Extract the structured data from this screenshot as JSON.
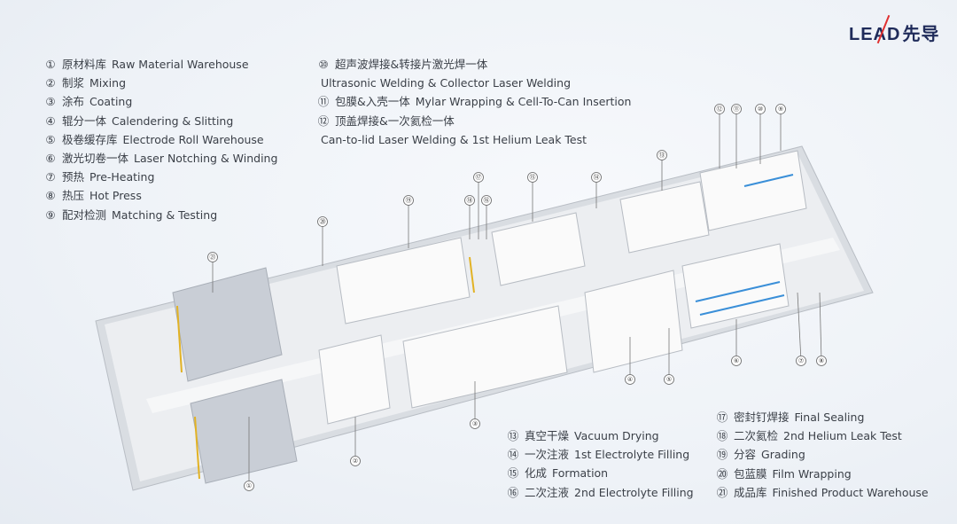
{
  "logo": {
    "text": "LEAD",
    "cn": "先导"
  },
  "legend_left": [
    {
      "n": "①",
      "cn": "原材料库",
      "en": "Raw Material Warehouse"
    },
    {
      "n": "②",
      "cn": "制浆",
      "en": "Mixing"
    },
    {
      "n": "③",
      "cn": "涂布",
      "en": "Coating"
    },
    {
      "n": "④",
      "cn": "辊分一体",
      "en": "Calendering & Slitting"
    },
    {
      "n": "⑤",
      "cn": "极卷缓存库",
      "en": "Electrode Roll Warehouse"
    },
    {
      "n": "⑥",
      "cn": "激光切卷一体",
      "en": "Laser Notching & Winding"
    },
    {
      "n": "⑦",
      "cn": "预热",
      "en": "Pre-Heating"
    },
    {
      "n": "⑧",
      "cn": "热压",
      "en": "Hot Press"
    },
    {
      "n": "⑨",
      "cn": "配对检测",
      "en": "Matching & Testing"
    }
  ],
  "legend_top": [
    {
      "n": "⑩",
      "cn": "超声波焊接&转接片激光焊一体",
      "en": "Ultrasonic Welding & Collector Laser Welding"
    },
    {
      "n": "⑪",
      "cn": "包膜&入壳一体",
      "en": "Mylar Wrapping & Cell-To-Can Insertion"
    },
    {
      "n": "⑫",
      "cn": "顶盖焊接&一次氦检一体",
      "en": "Can-to-lid Laser Welding & 1st Helium Leak Test"
    }
  ],
  "legend_bottom_mid": [
    {
      "n": "⑬",
      "cn": "真空干燥",
      "en": "Vacuum Drying"
    },
    {
      "n": "⑭",
      "cn": "一次注液",
      "en": "1st Electrolyte Filling"
    },
    {
      "n": "⑮",
      "cn": "化成",
      "en": "Formation"
    },
    {
      "n": "⑯",
      "cn": "二次注液",
      "en": "2nd Electrolyte Filling"
    }
  ],
  "legend_bottom_right": [
    {
      "n": "⑰",
      "cn": "密封钉焊接",
      "en": "Final Sealing"
    },
    {
      "n": "⑱",
      "cn": "二次氦检",
      "en": "2nd Helium Leak Test"
    },
    {
      "n": "⑲",
      "cn": "分容",
      "en": "Grading"
    },
    {
      "n": "⑳",
      "cn": "包蓝膜",
      "en": "Film Wrapping"
    },
    {
      "n": "㉑",
      "cn": "成品库",
      "en": "Finished Product Warehouse"
    }
  ],
  "markers": [
    "①",
    "②",
    "③",
    "④",
    "⑤",
    "⑥",
    "⑦",
    "⑧",
    "⑨",
    "⑩",
    "⑪",
    "⑫",
    "⑬",
    "⑭",
    "⑮",
    "⑯",
    "⑰",
    "⑱",
    "⑲",
    "⑳",
    "㉑"
  ]
}
